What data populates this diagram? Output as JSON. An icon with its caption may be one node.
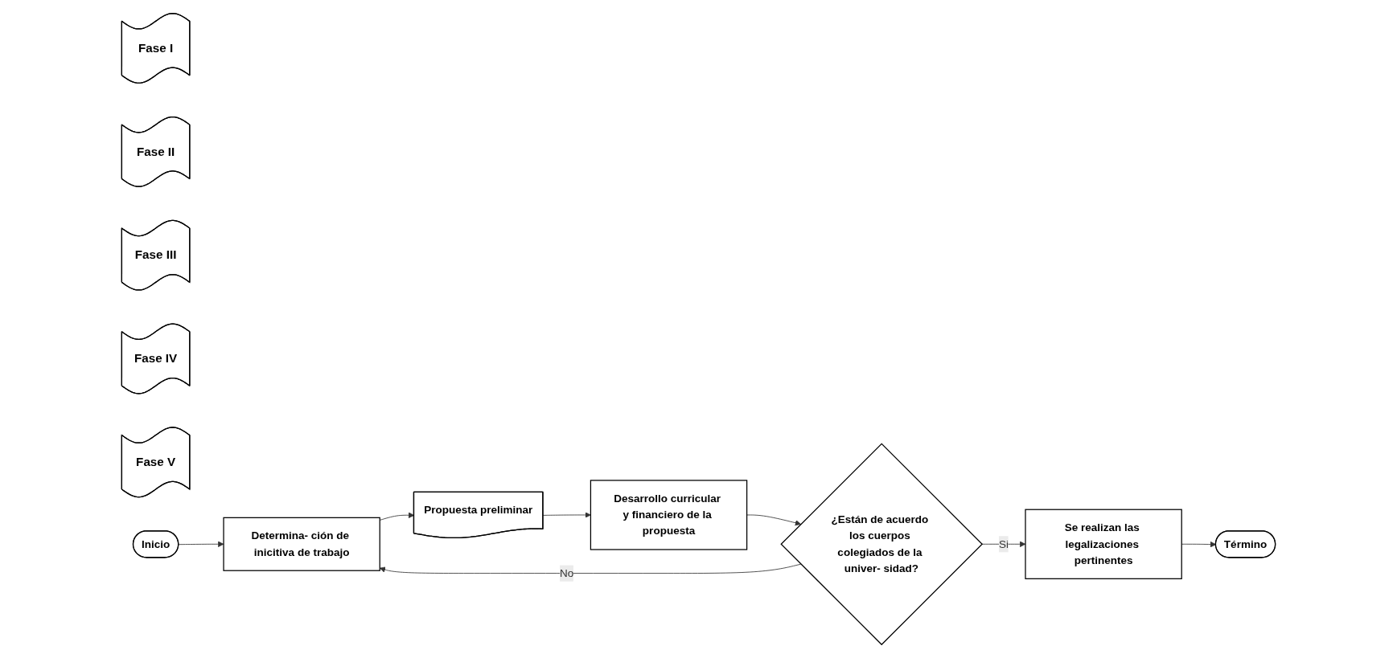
{
  "diagram": {
    "nodes": [
      {
        "text": [
          "Fase I"
        ]
      },
      {
        "text": [
          "Fase II"
        ]
      },
      {
        "text": [
          "Fase III"
        ]
      },
      {
        "text": [
          "Fase IV"
        ]
      },
      {
        "text": [
          "Fase V"
        ]
      },
      {
        "text": [
          "Inicio"
        ]
      },
      {
        "text": [
          "Determina- ción de inicitiva de trabajo"
        ]
      },
      {
        "text": [
          "Propuesta preliminar"
        ]
      },
      {
        "text": [
          "Desarrollo curricular y financiero de la propuesta"
        ]
      },
      {
        "text": [
          "¿Están de acuerdo los cuerpos colegiados de la univer- sidad?"
        ]
      },
      {
        "text": [
          "Se realizan las legalizaciones pertinentes"
        ]
      },
      {
        "text": [
          "Término"
        ]
      }
    ],
    "edges": [
      {
        "from": 5,
        "to": 6,
        "arrow": "to"
      },
      {
        "from": 6,
        "to": 7,
        "arrow": "to"
      },
      {
        "from": 7,
        "to": 8,
        "arrow": "to"
      },
      {
        "from": 8,
        "to": 9,
        "arrow": "to"
      },
      {
        "from": 9,
        "to": 10,
        "label": "Si",
        "arrow": "to"
      },
      {
        "from": 9,
        "to": 6,
        "label": "No",
        "arrow": "to"
      },
      {
        "from": 10,
        "to": 11,
        "arrow": "to"
      }
    ]
  }
}
